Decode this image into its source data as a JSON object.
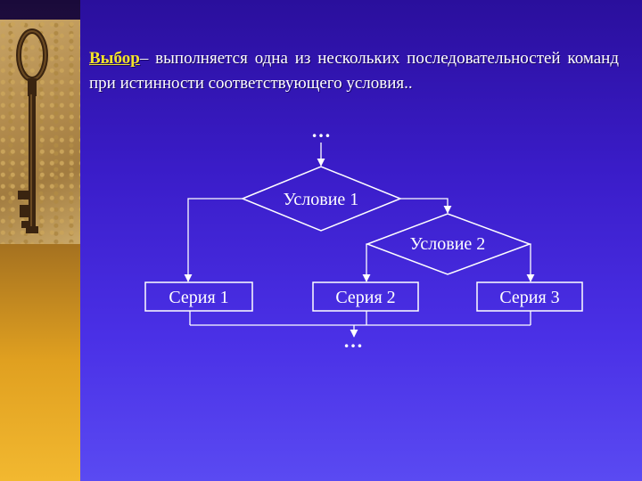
{
  "definition": {
    "term": "Выбор",
    "dash": "–",
    "text": " выполняется одна из нескольких последовательностей команд при истинности соответствующего условия.."
  },
  "diagram": {
    "entry": "…",
    "exit": "…",
    "condition1": "Условие 1",
    "condition2": "Условие 2",
    "series1": "Серия 1",
    "series2": "Серия  2",
    "series3": "Серия 3"
  },
  "colors": {
    "background_top": "#2a0f9c",
    "background_bottom": "#5a4af2",
    "term": "#f2e22a",
    "text": "#ffffff"
  }
}
